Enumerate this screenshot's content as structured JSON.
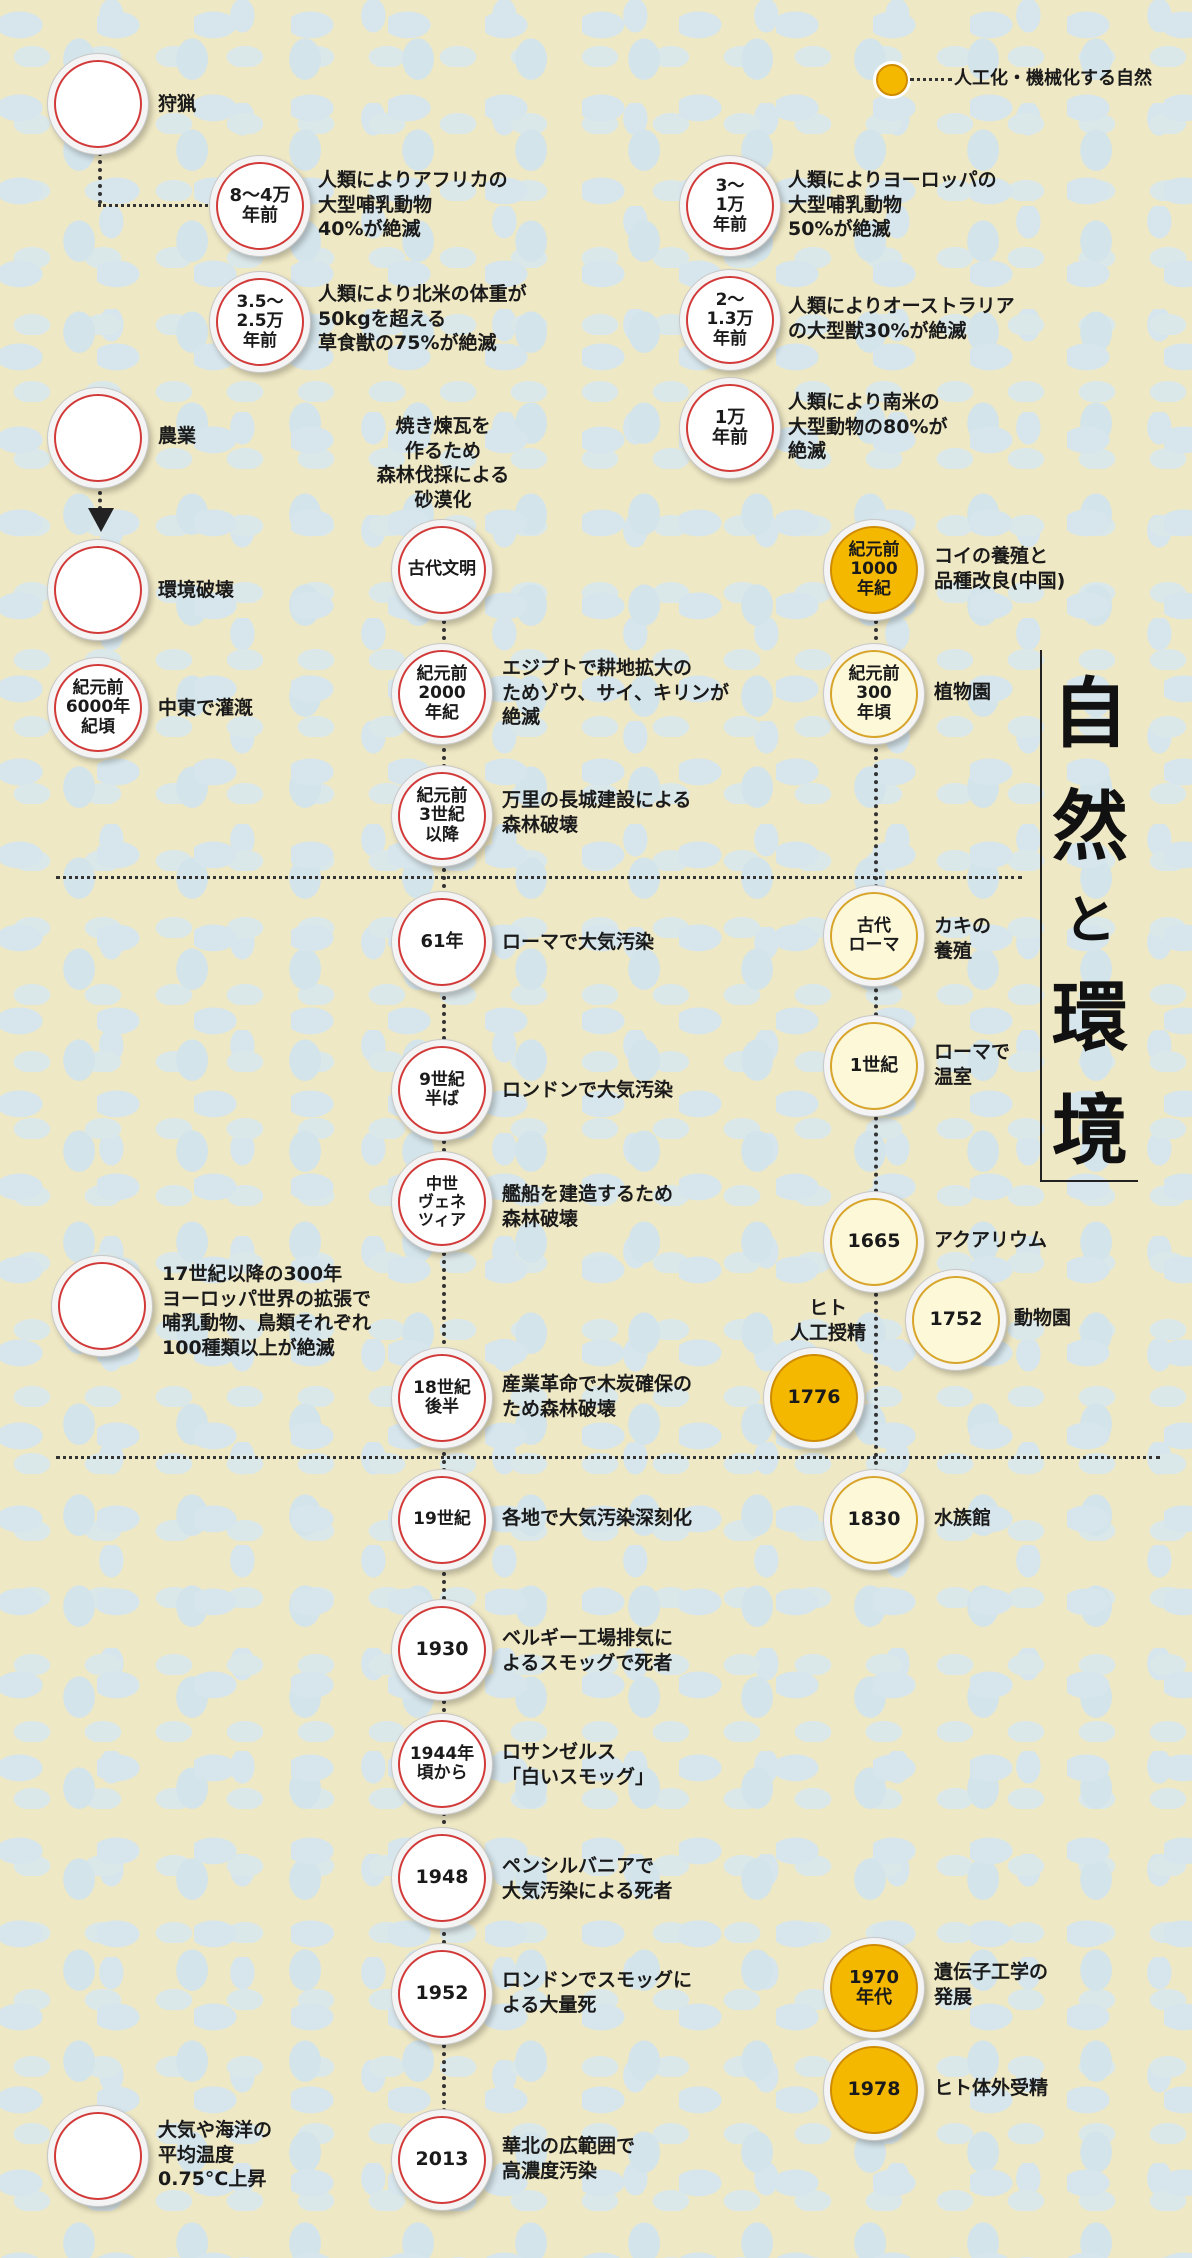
{
  "legend": {
    "label": "人工化・機械化する自然"
  },
  "title": {
    "line1": "自",
    "line2": "然",
    "line3": "と",
    "line4": "環",
    "line5": "境"
  },
  "hunting": {
    "label": "狩猟",
    "events": [
      {
        "date": "8〜4万\n年前",
        "text": "人類によりアフリカの\n大型哺乳動物\n40%が絶滅"
      },
      {
        "date": "3.5〜\n2.5万\n年前",
        "text": "人類により北米の体重が\n50kgを超える\n草食獣の75%が絶滅"
      },
      {
        "date": "3〜\n1万\n年前",
        "text": "人類によりヨーロッパの\n大型哺乳動物\n50%が絶滅"
      },
      {
        "date": "2〜\n1.3万\n年前",
        "text": "人類によりオーストラリア\nの大型獣30%が絶滅"
      },
      {
        "date": "1万\n年前",
        "text": "人類により南米の\n大型動物の80%が\n絶滅"
      }
    ]
  },
  "agriculture": {
    "label": "農業"
  },
  "env_destruction": {
    "label": "環境破壊"
  },
  "irrigation": {
    "date": "紀元前\n6000年\n紀頃",
    "text": "中東で灌漑"
  },
  "ancient": {
    "date": "古代文明",
    "note": "焼き煉瓦を\n作るため\n森林伐採による\n砂漠化"
  },
  "center_events": [
    {
      "date": "紀元前\n2000\n年紀",
      "text": "エジプトで耕地拡大の\nためゾウ、サイ、キリンが\n絶滅"
    },
    {
      "date": "紀元前\n3世紀\n以降",
      "text": "万里の長城建設による\n森林破壊"
    },
    {
      "date": "61年",
      "text": "ローマで大気汚染"
    },
    {
      "date": "9世紀\n半ば",
      "text": "ロンドンで大気汚染"
    },
    {
      "date": "中世\nヴェネ\nツィア",
      "text": "艦船を建造するため\n森林破壊"
    },
    {
      "date": "18世紀\n後半",
      "text": "産業革命で木炭確保の\nため森林破壊"
    },
    {
      "date": "19世紀",
      "text": "各地で大気汚染深刻化"
    },
    {
      "date": "1930",
      "text": "ベルギー工場排気に\nよるスモッグで死者"
    },
    {
      "date": "1944年\n頃から",
      "text": "ロサンゼルス\n「白いスモッグ」"
    },
    {
      "date": "1948",
      "text": "ペンシルバニアで\n大気汚染による死者"
    },
    {
      "date": "1952",
      "text": "ロンドンでスモッグに\nよる大量死"
    },
    {
      "date": "2013",
      "text": "華北の広範囲で\n高濃度汚染"
    }
  ],
  "left_events": [
    {
      "text": "17世紀以降の300年\nヨーロッパ世界の拡張で\n哺乳動物、鳥類それぞれ\n100種類以上が絶滅"
    },
    {
      "text": "大気や海洋の\n平均温度\n0.75°C上昇"
    }
  ],
  "right_events": [
    {
      "date": "紀元前\n1000\n年紀",
      "text": "コイの養殖と\n品種改良(中国)"
    },
    {
      "date": "紀元前\n300\n年頃",
      "text": "植物園"
    },
    {
      "date": "古代\nローマ",
      "text": "カキの\n養殖"
    },
    {
      "date": "1世紀",
      "text": "ローマで\n温室"
    },
    {
      "date": "1665",
      "text": "アクアリウム"
    },
    {
      "date": "1752",
      "text": "動物園"
    },
    {
      "date": "1776",
      "note": "ヒト\n人工授精"
    },
    {
      "date": "1830",
      "text": "水族館"
    },
    {
      "date": "1970\n年代",
      "text": "遺伝子工学の\n発展"
    },
    {
      "date": "1978",
      "text": "ヒト体外受精"
    }
  ],
  "colors": {
    "accent_red": "#d23a3a",
    "gold": "#f5b800",
    "cream": "#fdf8d8"
  }
}
